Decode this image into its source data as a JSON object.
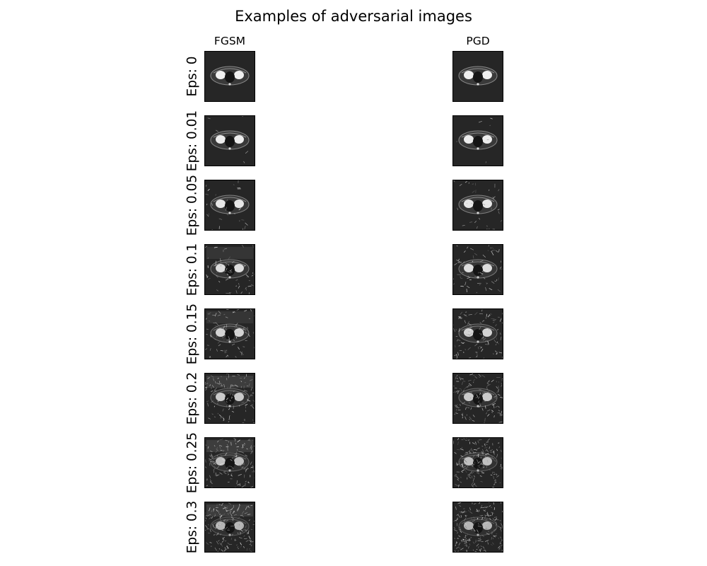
{
  "title": "Examples of adversarial images",
  "columns": [
    "FGSM",
    "PGD"
  ],
  "rows": [
    {
      "label": "Eps: 0",
      "eps": 0
    },
    {
      "label": "Eps: 0.01",
      "eps": 0.01
    },
    {
      "label": "Eps: 0.05",
      "eps": 0.05
    },
    {
      "label": "Eps: 0.1",
      "eps": 0.1
    },
    {
      "label": "Eps: 0.15",
      "eps": 0.15
    },
    {
      "label": "Eps: 0.2",
      "eps": 0.2
    },
    {
      "label": "Eps: 0.25",
      "eps": 0.25
    },
    {
      "label": "Eps: 0.3",
      "eps": 0.3
    }
  ],
  "colors": {
    "background": "#ffffff",
    "tile": "#262626",
    "text": "#000000"
  }
}
